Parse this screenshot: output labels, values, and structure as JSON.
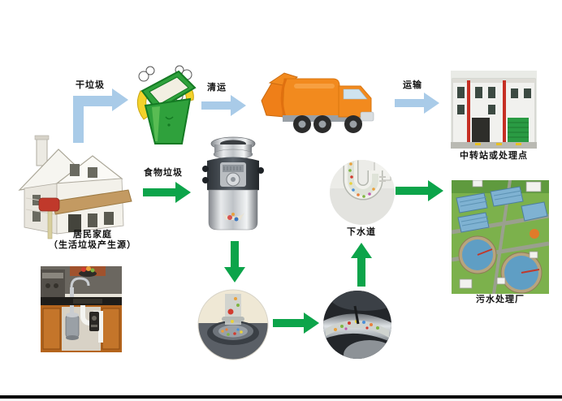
{
  "labels": {
    "dry_waste": "干垃圾",
    "haul": "清运",
    "transport": "运输",
    "food_waste": "食物垃圾",
    "household_line1": "居民家庭",
    "household_line2": "（生活垃圾产生源）",
    "transfer_station": "中转站或处理点",
    "sewer": "下水道",
    "treatment_plant": "污水处理厂"
  },
  "colors": {
    "blue_arrow": "#a9cbe8",
    "green_arrow": "#0ca44a",
    "bin_green": "#2fa13c",
    "truck_orange": "#f28a1e",
    "station_trim_red": "#c62f24",
    "background": "#ffffff",
    "bottom_rule": "#000000"
  },
  "flow": {
    "type": "process-diagram",
    "nodes": [
      {
        "id": "household",
        "label": "居民家庭（生活垃圾产生源）",
        "icon": "house-illustration"
      },
      {
        "id": "trash-bin",
        "label": "",
        "icon": "green-trash-bin-cartoon"
      },
      {
        "id": "garbage-truck",
        "label": "",
        "icon": "orange-garbage-truck"
      },
      {
        "id": "transfer-station",
        "label": "中转站或处理点",
        "icon": "white-building-photo"
      },
      {
        "id": "food-waste-disposer",
        "label": "",
        "icon": "disposer-cutaway"
      },
      {
        "id": "grinding-chamber",
        "label": "",
        "icon": "grinding-chamber-circle-photo"
      },
      {
        "id": "drain-pipe",
        "label": "",
        "icon": "drain-pipe-circle-photo"
      },
      {
        "id": "sewer",
        "label": "下水道",
        "icon": "u-trap-pipe-circle-photo"
      },
      {
        "id": "treatment-plant",
        "label": "污水处理厂",
        "icon": "sewage-plant-aerial-photo"
      },
      {
        "id": "kitchen-installation",
        "label": "",
        "icon": "under-sink-disposer-kitchen-photo"
      }
    ],
    "edges": [
      {
        "from": "household",
        "to": "trash-bin",
        "label": "干垃圾",
        "style": "blue-elbow-up-right"
      },
      {
        "from": "trash-bin",
        "to": "garbage-truck",
        "label": "清运",
        "style": "blue-right"
      },
      {
        "from": "garbage-truck",
        "to": "transfer-station",
        "label": "运输",
        "style": "blue-right"
      },
      {
        "from": "household",
        "to": "food-waste-disposer",
        "label": "食物垃圾",
        "style": "green-right"
      },
      {
        "from": "food-waste-disposer",
        "to": "grinding-chamber",
        "label": "",
        "style": "green-down"
      },
      {
        "from": "grinding-chamber",
        "to": "drain-pipe",
        "label": "",
        "style": "green-right"
      },
      {
        "from": "drain-pipe",
        "to": "sewer",
        "label": "",
        "style": "green-up"
      },
      {
        "from": "sewer",
        "to": "treatment-plant",
        "label": "",
        "style": "green-right"
      }
    ]
  }
}
